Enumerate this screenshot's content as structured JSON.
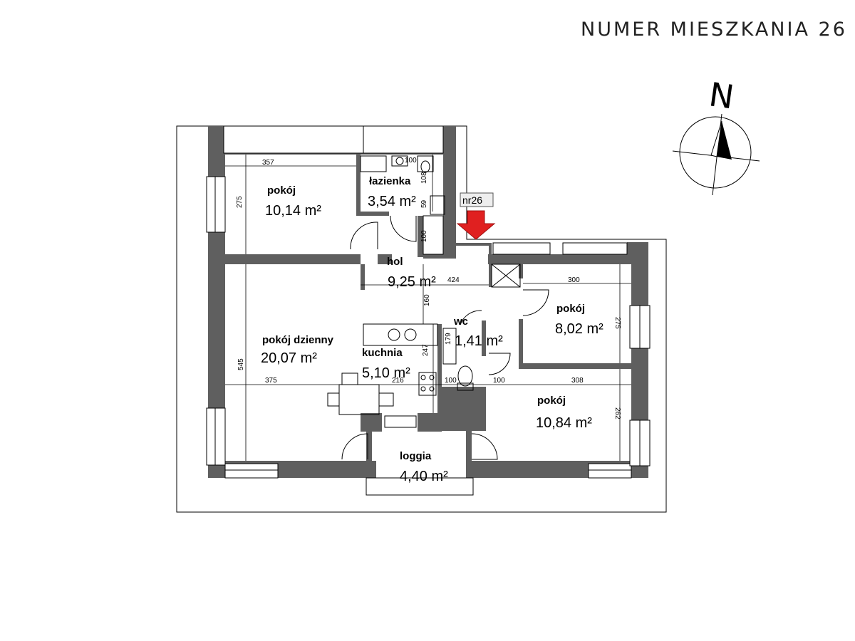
{
  "title": "NUMER MIESZKANIA 26",
  "compass": {
    "north_label": "N"
  },
  "entrance": {
    "label": "nr26",
    "arrow_color": "#e02020"
  },
  "rooms": [
    {
      "name": "pokój",
      "area": "10,14 m²"
    },
    {
      "name": "łazienka",
      "area": "3,54 m²"
    },
    {
      "name": "hol",
      "area": "9,25 m²"
    },
    {
      "name": "pokój dzienny",
      "area": "20,07 m²"
    },
    {
      "name": "kuchnia",
      "area": "5,10 m²"
    },
    {
      "name": "wc",
      "area": "1,41 m²"
    },
    {
      "name": "pokój",
      "area": "8,02 m²"
    },
    {
      "name": "pokój",
      "area": "10,84 m²"
    },
    {
      "name": "loggia",
      "area": "4,40 m²"
    }
  ],
  "dimensions": [
    "357",
    "275",
    "424",
    "160",
    "300",
    "275",
    "545",
    "375",
    "247",
    "179",
    "100",
    "100",
    "100",
    "308",
    "262",
    "216",
    "59",
    "100",
    "108"
  ],
  "colors": {
    "wall": "#5f5f5f",
    "arrow": "#e02020"
  }
}
